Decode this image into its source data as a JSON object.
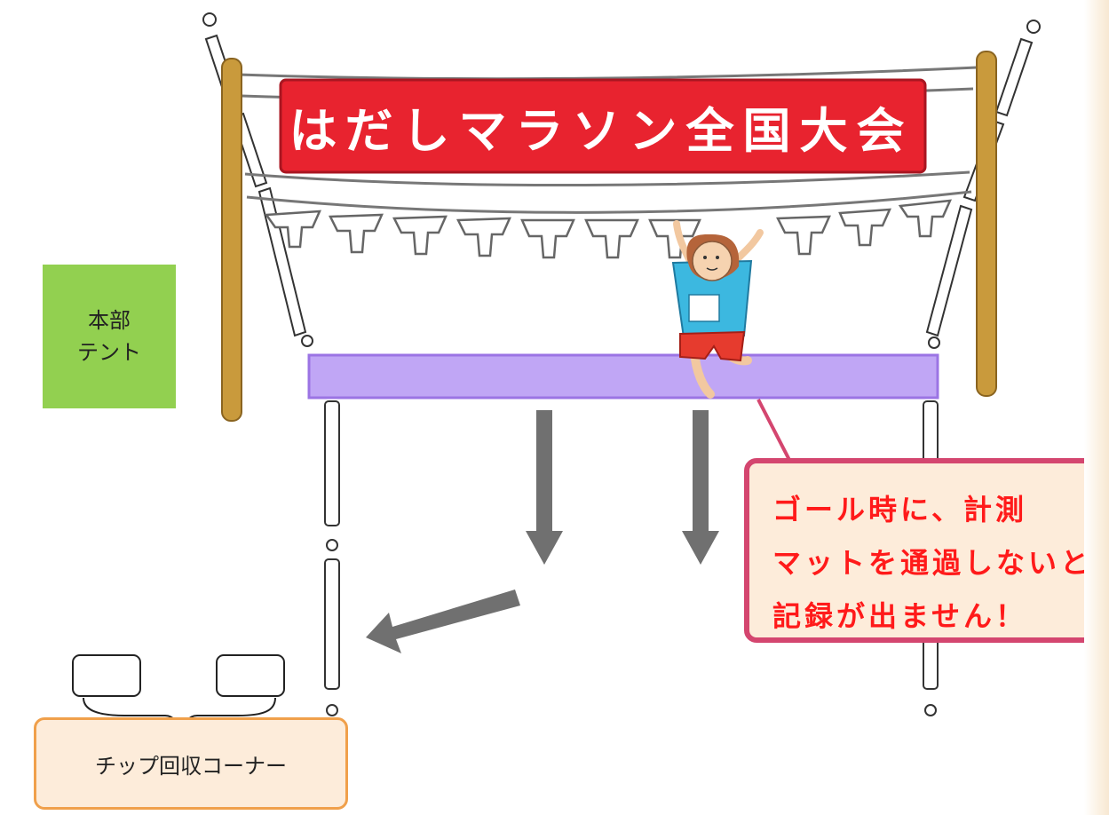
{
  "banner": {
    "text": "はだしマラソン全国大会"
  },
  "hq_tent": {
    "lines": [
      "本部",
      "テント"
    ],
    "color": "#92d050"
  },
  "callout": {
    "lines": [
      "ゴール時に、計測",
      "マットを通過しないと",
      "記録が出ません！"
    ],
    "text_color": "#ff1a1a",
    "border_color": "#d4466f"
  },
  "chip_corner": {
    "label": "チップ回収コーナー"
  },
  "colors": {
    "banner_red": "#e8232f",
    "timing_mat": "#c0a6f5",
    "arrow_gray": "#707070",
    "pole_gold": "#c99a3c",
    "shirt_blue": "#3cb8e0",
    "shorts_red": "#e63b2e"
  }
}
